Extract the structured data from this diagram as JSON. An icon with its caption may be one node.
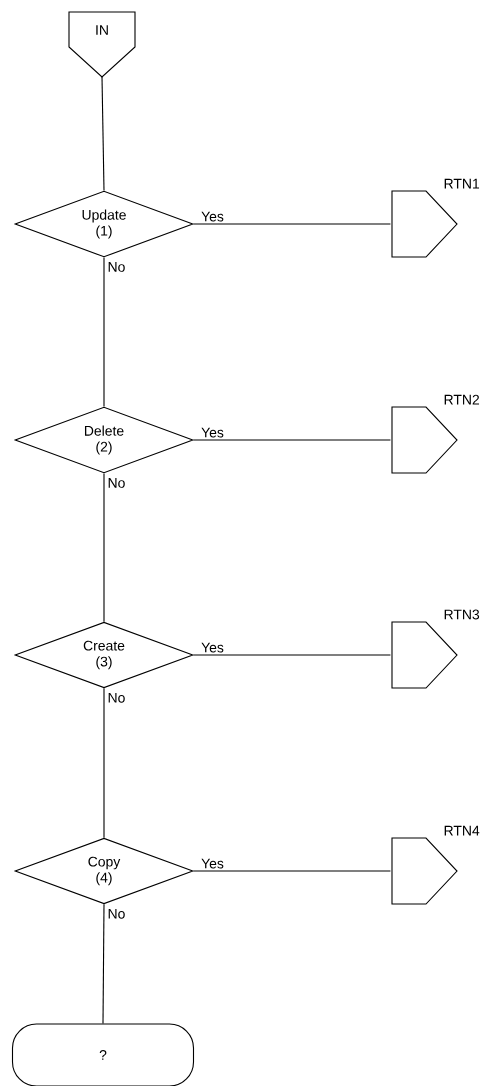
{
  "diagram": {
    "nodes": [
      {
        "text": [
          "IN"
        ]
      },
      {
        "text": [
          "Update (1)"
        ]
      },
      {
        "text": [
          "RTN1"
        ]
      },
      {
        "text": [
          "Delete (2)"
        ]
      },
      {
        "text": [
          "RTN2"
        ]
      },
      {
        "text": [
          "Create (3)"
        ]
      },
      {
        "text": [
          "RTN3"
        ]
      },
      {
        "text": [
          "Copy (4)"
        ]
      },
      {
        "text": [
          "RTN4"
        ]
      },
      {
        "text": [
          "?"
        ]
      }
    ],
    "edges": [
      {
        "from": 0,
        "to": 1,
        "arrow": "none"
      },
      {
        "from": 1,
        "to": 2,
        "arrow": "none",
        "label": "Yes"
      },
      {
        "from": 1,
        "to": 3,
        "arrow": "none",
        "label": "No"
      },
      {
        "from": 3,
        "to": 4,
        "arrow": "none",
        "label": "Yes"
      },
      {
        "from": 3,
        "to": 5,
        "arrow": "none",
        "label": "No"
      },
      {
        "from": 5,
        "to": 6,
        "arrow": "none",
        "label": "Yes"
      },
      {
        "from": 5,
        "to": 7,
        "arrow": "none",
        "label": "No"
      },
      {
        "from": 7,
        "to": 8,
        "arrow": "none",
        "label": "Yes"
      },
      {
        "from": 7,
        "to": 9,
        "arrow": "none",
        "label": "No"
      }
    ]
  }
}
